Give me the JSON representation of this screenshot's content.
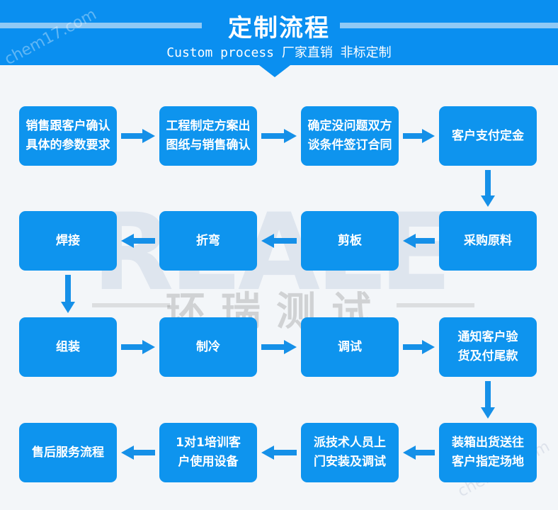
{
  "header": {
    "title": "定制流程",
    "subtitle": "Custom process 厂家直销 非标定制"
  },
  "watermarks": {
    "site": "chem17.com",
    "logo": "REALE",
    "company": "环瑞测试"
  },
  "colors": {
    "banner": "#0a8ff0",
    "box": "#0e94ee",
    "arrow": "#1590e8",
    "background": "#f3f6f9"
  },
  "steps": [
    {
      "label": "销售跟客户确认具体的参数要求"
    },
    {
      "label": "工程制定方案出图纸与销售确认"
    },
    {
      "label": "确定没问题双方谈条件签订合同"
    },
    {
      "label": "客户支付定金"
    },
    {
      "label": "采购原料"
    },
    {
      "label": "剪板"
    },
    {
      "label": "折弯"
    },
    {
      "label": "焊接"
    },
    {
      "label": "组装"
    },
    {
      "label": "制冷"
    },
    {
      "label": "调试"
    },
    {
      "label": "通知客户验货及付尾款"
    },
    {
      "label": "装箱出货送往客户指定场地"
    },
    {
      "label": "派技术人员上门安装及调试"
    },
    {
      "label": "1对1培训客户使用设备"
    },
    {
      "label": "售后服务流程"
    }
  ]
}
